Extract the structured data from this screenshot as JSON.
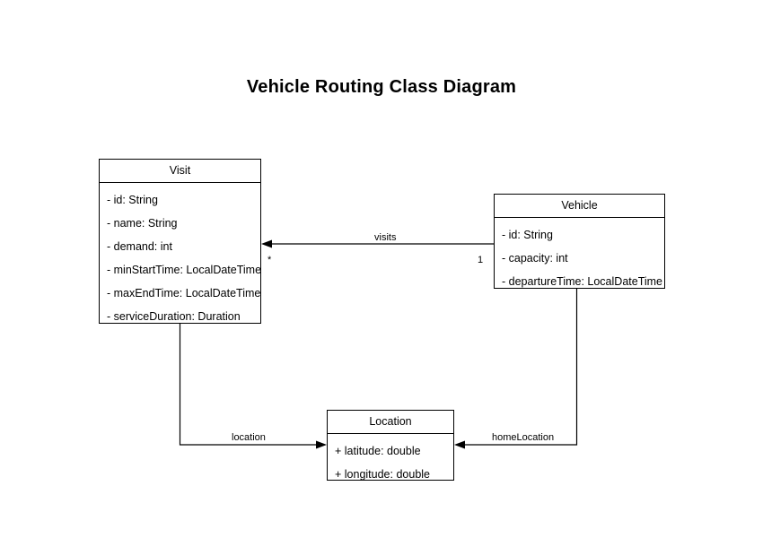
{
  "diagram": {
    "title": "Vehicle Routing Class Diagram",
    "type": "uml-class-diagram",
    "background_color": "#ffffff",
    "line_color": "#000000",
    "text_color": "#000000",
    "classes": [
      {
        "id": "visit",
        "name": "Visit",
        "attributes": [
          "- id: String",
          "- name: String",
          "- demand: int",
          "- minStartTime: LocalDateTime",
          "- maxEndTime: LocalDateTime",
          "- serviceDuration: Duration"
        ]
      },
      {
        "id": "vehicle",
        "name": "Vehicle",
        "attributes": [
          "- id: String",
          "- capacity: int",
          "- departureTime: LocalDateTime"
        ]
      },
      {
        "id": "location",
        "name": "Location",
        "attributes": [
          "+ latitude: double",
          "+ longitude: double"
        ]
      }
    ],
    "relationships": [
      {
        "id": "vehicle-visits",
        "label": "visits",
        "from": "Vehicle",
        "to": "Visit",
        "source_multiplicity": "1",
        "target_multiplicity": "*"
      },
      {
        "id": "visit-location",
        "label": "location",
        "from": "Visit",
        "to": "Location",
        "source_multiplicity": "",
        "target_multiplicity": ""
      },
      {
        "id": "vehicle-homelocation",
        "label": "homeLocation",
        "from": "Vehicle",
        "to": "Location",
        "source_multiplicity": "",
        "target_multiplicity": ""
      }
    ]
  }
}
